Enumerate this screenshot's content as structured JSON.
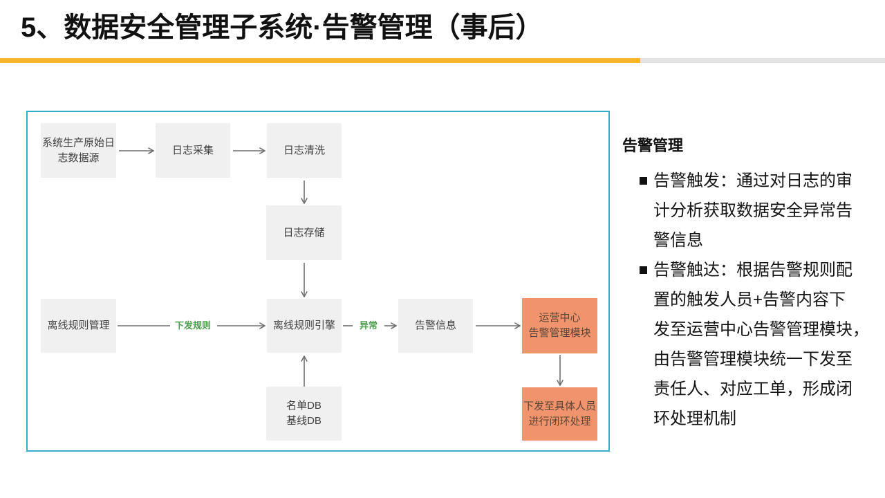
{
  "slide": {
    "title": "5、数据安全管理子系统·告警管理（事后）",
    "accent_color": "#F7B52B",
    "divider_gray": "#E4E4E4"
  },
  "flowchart": {
    "border_color": "#36AECB",
    "node_bg": "#F0F0F0",
    "node_text_color": "#404040",
    "highlight_bg": "#EF946C",
    "highlight_text_color": "#5C4436",
    "arrow_color": "#6F6F6F",
    "edge_label_color": "#4E9D4E",
    "nodes": [
      {
        "id": "log-source",
        "label": "系统生产原始日\n志数据源"
      },
      {
        "id": "log-collect",
        "label": "日志采集"
      },
      {
        "id": "log-clean",
        "label": "日志清洗"
      },
      {
        "id": "log-store",
        "label": "日志存储"
      },
      {
        "id": "rule-mgmt",
        "label": "离线规则管理"
      },
      {
        "id": "rule-engine",
        "label": "离线规则引擎"
      },
      {
        "id": "alert-info",
        "label": "告警信息"
      },
      {
        "id": "ops-center",
        "label": "运营中心\n告警管理模块"
      },
      {
        "id": "db",
        "label": "名单DB\n基线DB"
      },
      {
        "id": "dispatch",
        "label": "下发至具体人员\n进行闭环处理"
      }
    ],
    "edge_labels": [
      {
        "id": "push-rules",
        "text": "下发规则"
      },
      {
        "id": "abnormal",
        "text": "异常"
      }
    ]
  },
  "panel": {
    "heading": "告警管理",
    "bullets": [
      {
        "text": "告警触发：通过对日志的审\n计分析获取数据安全异常告\n警信息"
      },
      {
        "text": "告警触达：根据告警规则配\n置的触发人员+告警内容下\n发至运营中心告警管理模块，\n由告警管理模块统一下发至\n责任人、对应工单，形成闭\n环处理机制"
      }
    ]
  }
}
